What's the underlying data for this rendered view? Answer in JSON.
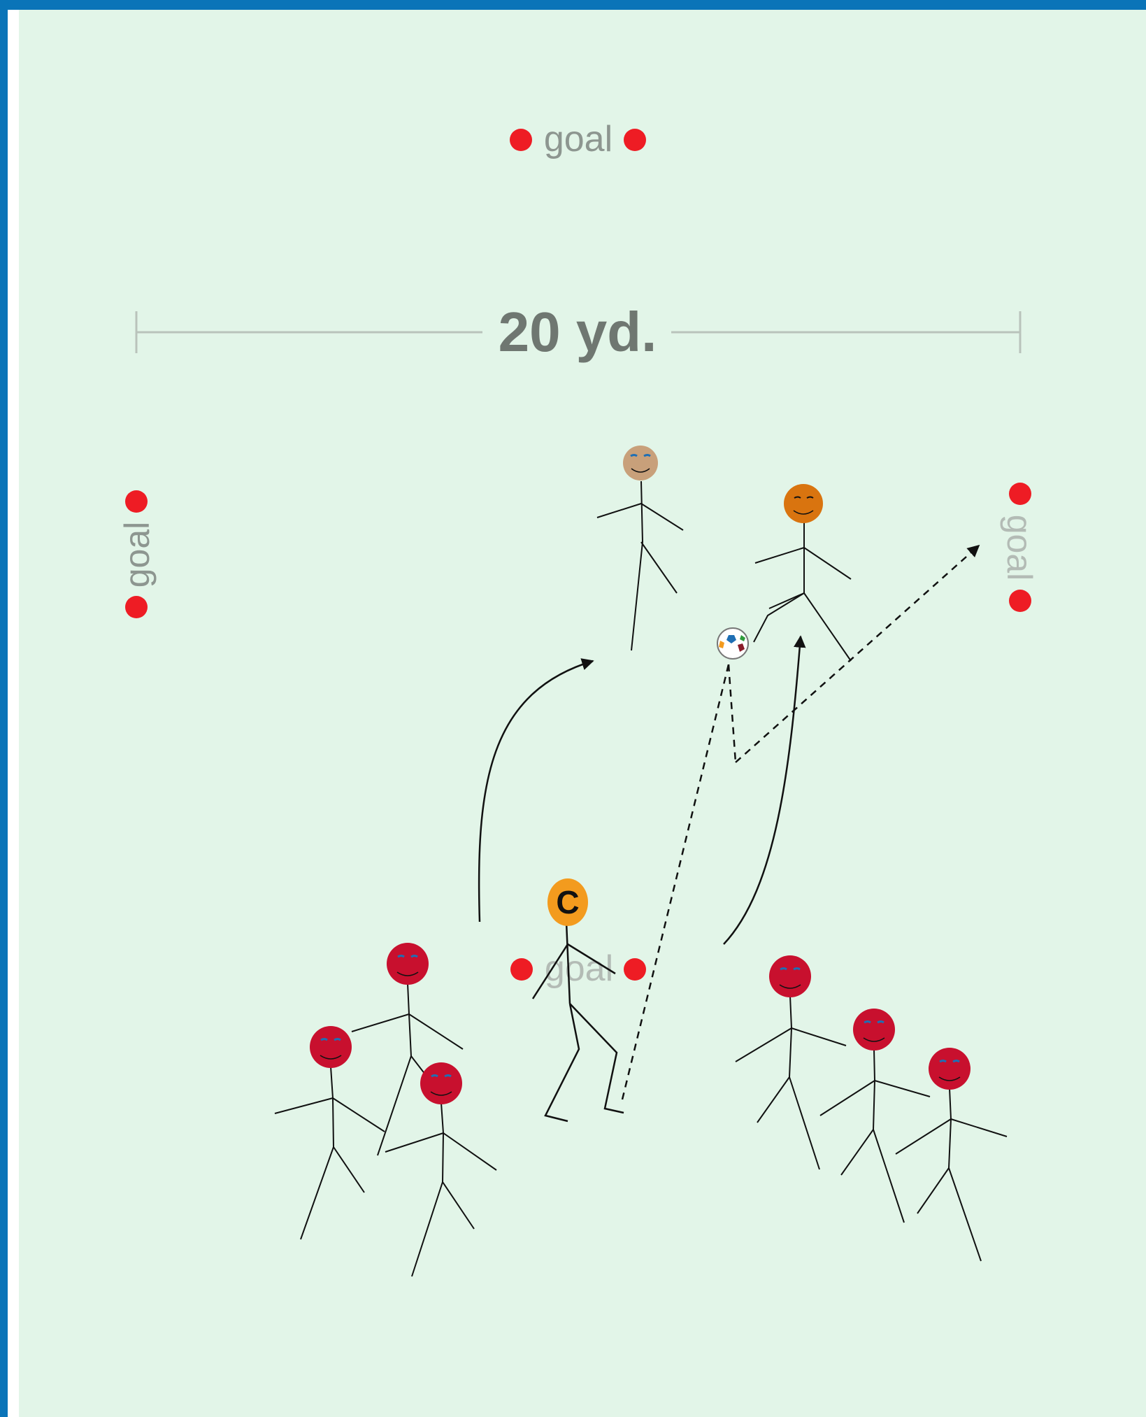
{
  "colors": {
    "field": "#e2f5e8",
    "frame": "#0a74b8",
    "cone": "#ee1c24",
    "goal_text": "#8d9690",
    "measure_line": "#b9c3bb",
    "measure_text": "#6f7771",
    "team_head": "#c8102e",
    "coach_head": "#f39b1e",
    "player1_head": "#c8a07a",
    "player2_head": "#d9740f"
  },
  "goals": {
    "top_label": "goal",
    "left_label": "goal",
    "right_label": "goal",
    "bottom_label": "goal"
  },
  "measure": {
    "label": "20 yd."
  },
  "coach": {
    "label": "C"
  },
  "icons": {
    "ball": "soccer-ball-icon",
    "cone": "cone-marker-icon"
  }
}
